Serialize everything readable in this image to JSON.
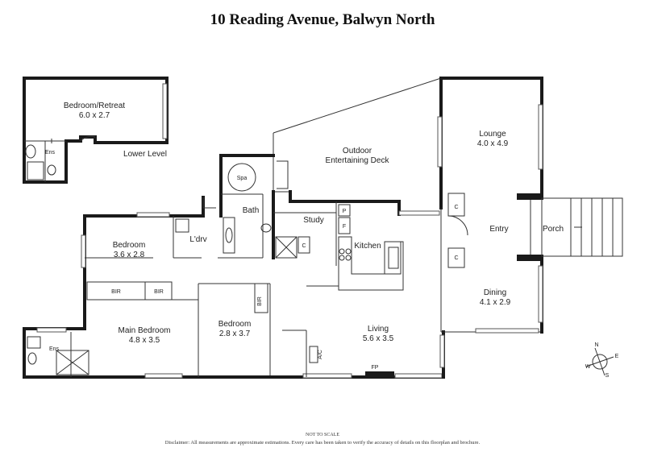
{
  "title": "10 Reading Avenue, Balwyn North",
  "rooms": {
    "bedroom_retreat": {
      "name": "Bedroom/Retreat",
      "size": "6.0 x 2.7"
    },
    "lower_level": "Lower Level",
    "ens_lower": "Ens",
    "outdoor_deck": {
      "line1": "Outdoor",
      "line2": "Entertaining Deck"
    },
    "lounge": {
      "name": "Lounge",
      "size": "4.0 x 4.9"
    },
    "spa": "Spa",
    "bath": "Bath",
    "study": "Study",
    "kitchen": "Kitchen",
    "laundry": "L'drv",
    "bedroom2": {
      "name": "Bedroom",
      "size": "3.6 x 2.8"
    },
    "entry": "Entry",
    "porch": "Porch",
    "dining": {
      "name": "Dining",
      "size": "4.1 x 2.9"
    },
    "main_bedroom": {
      "name": "Main Bedroom",
      "size": "4.8 x 3.5"
    },
    "ens_main": "Ens",
    "bir1": "BIR",
    "bir2": "BIR",
    "bir3": "BIR",
    "bedroom3": {
      "name": "Bedroom",
      "size": "2.8 x 3.7"
    },
    "living": {
      "name": "Living",
      "size": "5.6 x 3.5"
    },
    "ac": "A/C",
    "fp": "FP",
    "pantry": "P",
    "fridge": "F",
    "cupboard": "C"
  },
  "compass": {
    "n": "N",
    "e": "E",
    "s": "S",
    "w": "W"
  },
  "footer": {
    "scale": "NOT TO SCALE",
    "disclaimer": "Disclaimer: All measurements are approximate estimations. Every care has been taken to verify the accuracy of details on this floorplan and brochure."
  }
}
